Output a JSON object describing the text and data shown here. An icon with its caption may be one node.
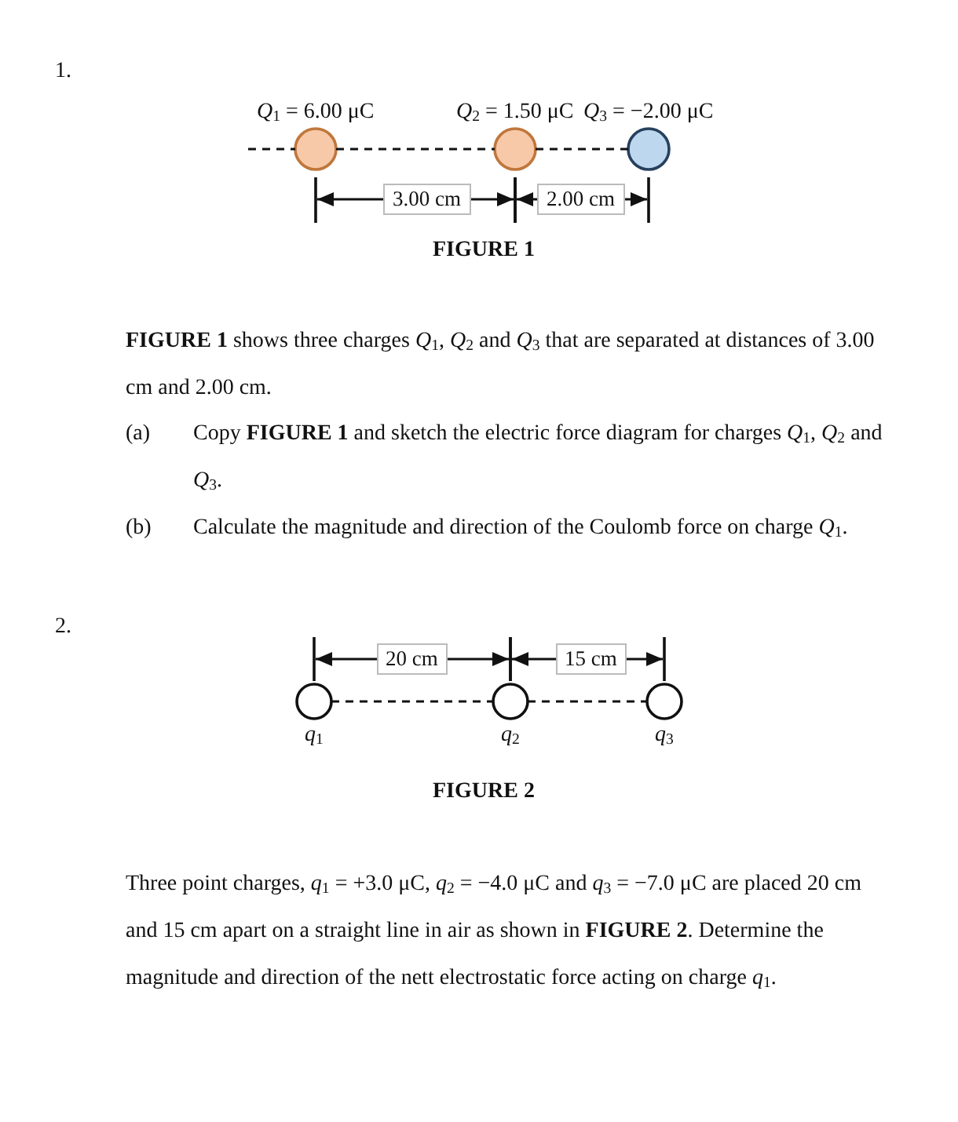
{
  "diagram": {
    "nodes": [
      {
        "text": [],
        "shape": "circle",
        "beside": [
          "*Q*$_{1}$ = 6.00 μC"
        ]
      },
      {
        "text": [],
        "shape": "circle",
        "beside": [
          "*Q*$_{2}$ = 1.50 μC"
        ]
      },
      {
        "text": [],
        "shape": "circle",
        "beside": [
          "*Q*$_{3}$ = −2.00 μC"
        ]
      },
      {
        "text": [],
        "shape": "circle",
        "beside": [
          "*q*$_{1}$"
        ]
      },
      {
        "text": [],
        "shape": "circle",
        "beside": [
          "*q*$_{2}$"
        ]
      },
      {
        "text": [],
        "shape": "circle",
        "beside": [
          "*q*$_{3}$"
        ]
      }
    ],
    "edges": [
      {
        "from": null,
        "to": 0,
        "arrow": "none",
        "style": "dashed"
      },
      {
        "from": 0,
        "to": 1,
        "arrow": "none",
        "style": "dashed"
      },
      {
        "from": 1,
        "to": 2,
        "arrow": "none",
        "style": "dashed"
      },
      {
        "from": 3,
        "to": 4,
        "arrow": "none",
        "style": "dashed"
      },
      {
        "from": 4,
        "to": 5,
        "arrow": "none",
        "style": "dashed"
      }
    ],
    "labels": [
      "1.",
      "3.00 cm",
      "2.00 cm",
      "FIGURE 1",
      "**FIGURE 1** shows three charges *Q*$_{1}$, *Q*$_{2}$ and *Q*$_{3}$ that are separated at distances of 3.00 cm and 2.00 cm.",
      "(a)",
      "Copy **FIGURE 1** and sketch the electric force diagram for charges *Q*$_{1}$, *Q*$_{2}$ and *Q*$_{3}$.",
      "(b)",
      "Calculate the magnitude and direction of the Coulomb force on charge *Q*$_{1}$.",
      "2.",
      "20 cm",
      "15 cm",
      "FIGURE 2",
      "Three point charges, *q*$_{1}$ = +3.0 μC, *q*$_{2}$ = −4.0 μC and *q*$_{3}$ = −7.0 μC are placed 20 cm and 15 cm apart on a straight line in air as shown in **FIGURE 2**. Determine the magnitude and direction of the nett electrostatic force acting on charge *q*$_{1}$."
    ]
  }
}
